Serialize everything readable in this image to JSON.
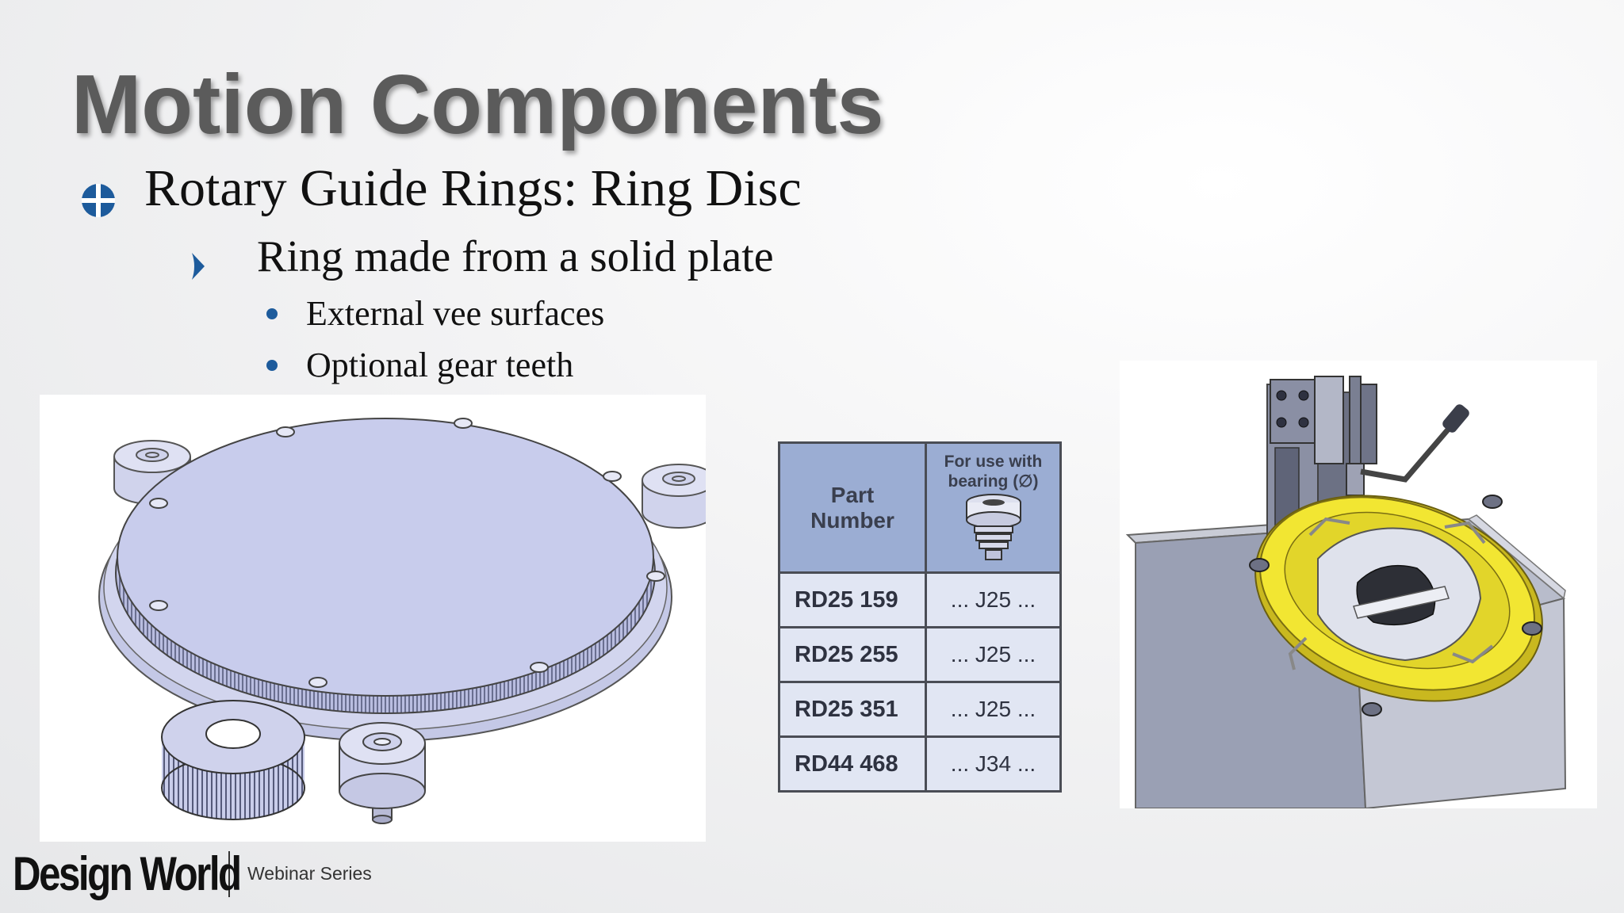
{
  "slide": {
    "title": "Motion Components",
    "bullets": [
      {
        "level": 1,
        "text": "Rotary Guide Rings: Ring Disc",
        "icon": "globe-icon"
      },
      {
        "level": 2,
        "text": "Ring made from a solid plate",
        "icon": "chevron-icon"
      },
      {
        "level": 3,
        "text": "External vee surfaces",
        "icon": "dot-icon"
      },
      {
        "level": 3,
        "text": "Optional gear teeth",
        "icon": "dot-icon"
      }
    ]
  },
  "table": {
    "headers": {
      "part": [
        "Part",
        "Number"
      ],
      "bearing": [
        "For use with",
        "bearing (∅)"
      ]
    },
    "rows": [
      {
        "part": "RD25 159",
        "bearing": "... J25 ..."
      },
      {
        "part": "RD25 255",
        "bearing": "... J25 ..."
      },
      {
        "part": "RD25 351",
        "bearing": "... J25 ..."
      },
      {
        "part": "RD44 468",
        "bearing": "... J34 ..."
      }
    ]
  },
  "footer": {
    "logo": "Design World",
    "series": "Webinar Series"
  },
  "colors": {
    "accent": "#1d5b9c",
    "title": "#5b5b5b",
    "table_header": "#9badd3",
    "ring": "#c8ccec",
    "yellow_ring": "#f2e632"
  }
}
